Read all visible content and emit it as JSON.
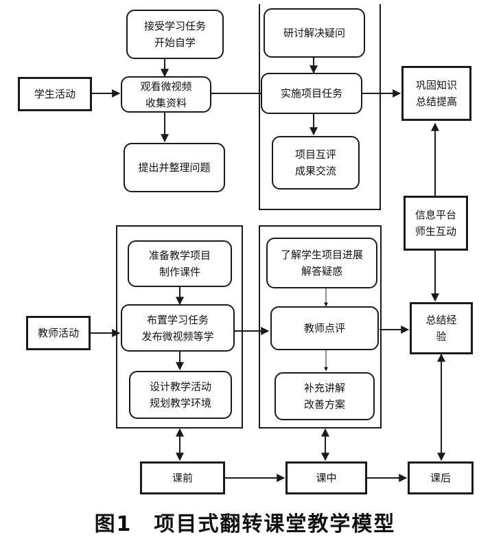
{
  "student": {
    "label": "学生活动",
    "pre": [
      "接受学习任务",
      "开始自学"
    ],
    "watch": [
      "观看微视频",
      "收集资料"
    ],
    "question": "提出并整理问题",
    "discuss": "研讨解决疑问",
    "implement": "实施项目任务",
    "review": [
      "项目互评",
      "成果交流"
    ],
    "consolidate": [
      "巩固知识",
      "总结提高"
    ]
  },
  "platform": [
    "信息平台",
    "师生互动"
  ],
  "teacher": {
    "label": "教师活动",
    "prepare": [
      "准备教学项目",
      "制作课件"
    ],
    "assign": [
      "布置学习任务",
      "发布微视频等学"
    ],
    "design": [
      "设计教学活动",
      "规划教学环境"
    ],
    "understand": [
      "了解学生项目进展",
      "解答疑惑"
    ],
    "comment": "教师点评",
    "supplement": [
      "补充讲解",
      "改善方案"
    ],
    "summary": [
      "总结经",
      "验"
    ]
  },
  "timeline": {
    "before": "课前",
    "during": "课中",
    "after": "课后"
  },
  "caption": "图1　项目式翻转课堂教学模型"
}
